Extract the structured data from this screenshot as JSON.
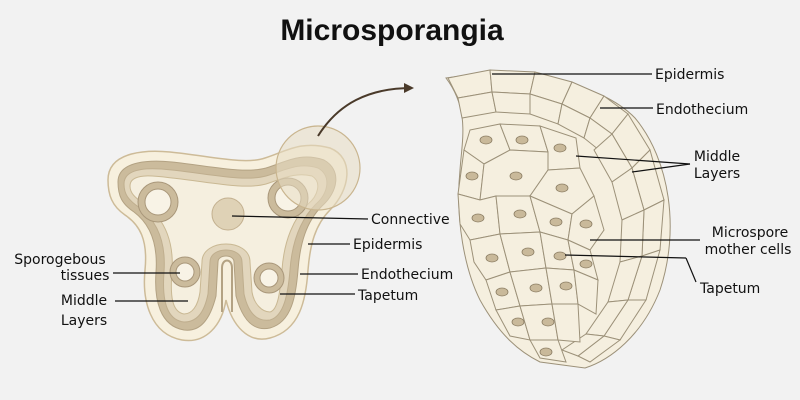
{
  "title": "Microsporangia",
  "left_labels": {
    "connective": "Connective",
    "epidermis": "Epidermis",
    "sporogenous_line1": "Sporogebous",
    "sporogenous_line2": "tissues",
    "endothecium": "Endothecium",
    "middle_line1": "Middle",
    "middle_line2": "Layers",
    "tapetum": "Tapetum"
  },
  "right_labels": {
    "epidermis": "Epidermis",
    "endothecium": "Endothecium",
    "middle_line1": "Middle",
    "middle_line2": "Layers",
    "microspore_line1": "Microspore",
    "microspore_line2": "mother cells",
    "tapetum": "Tapetum"
  },
  "colors": {
    "background": "#f2f2f2",
    "tissue_fill": "#f5efdf",
    "layer_dark": "#cbbb9c",
    "layer_mid": "#e2d6bd",
    "cell_outline": "#9c9179",
    "nucleus": "#c9b99a",
    "arrow": "#4a3a2a"
  }
}
